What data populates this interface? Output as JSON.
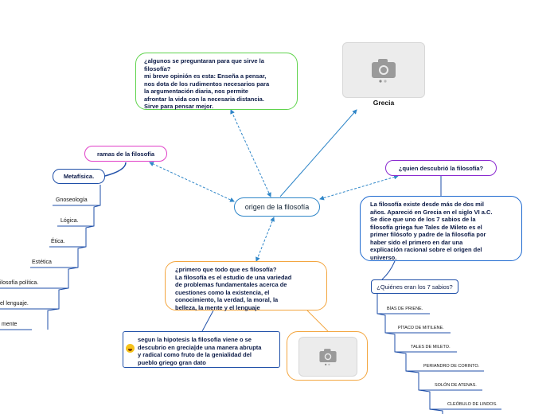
{
  "center": {
    "label": "origen de la filosofía"
  },
  "question_box": {
    "lines": [
      "¿algunos se preguntaran para que sirve la",
      "filosofía?",
      "mi breve opinión es esta: Enseña a pensar,",
      "nos dota de los rudimentos necesarios para",
      "la argumentación diaria, nos permite",
      "afrontar la vida con la necesaria distancia.",
      "Sirve para pensar mejor."
    ]
  },
  "image_grecia": {
    "caption": "Grecia",
    "icon": "camera-icon"
  },
  "branches_node": {
    "label": "ramas de la filosofía"
  },
  "metafisica": {
    "label": "Metafísica."
  },
  "branches": [
    "Gnoseología",
    "Lógica.",
    "Ética.",
    "Estética",
    "ilosofía política.",
    "el lenguaje.",
    "mente"
  ],
  "who_node": {
    "label": "¿quien descubrió la filosofía?"
  },
  "who_desc": {
    "lines": [
      "La filosofía existe desde más de dos mil",
      "años. Apareció en Grecia en el siglo VI a.C.",
      "Se dice que uno de los 7 sabios de la",
      "filosofía griega fue Tales de Mileto es el",
      "primer filósofo y padre de la filosofía por",
      "haber sido el primero en dar una",
      "explicación racional sobre el origen del",
      "universo."
    ]
  },
  "seven": {
    "label": "¿Quiénes eran los 7 sabios?",
    "items": [
      "BÍAS DE PRIENE.",
      "PÍTACO DE MITILENE.",
      "TALES DE MILETO.",
      "PERIANDRO DE CORINTO.",
      "SOLÓN DE ATENAS.",
      "CLEÓBULO DE LINDOS."
    ]
  },
  "first_box": {
    "lines": [
      "¿primero que todo que es filosofía?",
      "La filosofía  es el estudio de una variedad",
      "de problemas fundamentales acerca de",
      "cuestiones como la existencia, el",
      "conocimiento, la verdad, la moral, la",
      "belleza, la mente y el lenguaje"
    ]
  },
  "hypothesis": {
    "icon": "smiley-icon",
    "lines": [
      "segun la hipotesis la filosofia viene o se",
      "descubrio en grecia|de una manera abrupta",
      "y radical como fruto de la genialidad del",
      "pueblo griego gran dato"
    ]
  },
  "colors": {
    "center": "#2f86c8",
    "green": "#5fd34c",
    "pink": "#e040c8",
    "purple": "#8a2ad0",
    "blue": "#1f4fa8",
    "orange": "#f3a640"
  }
}
